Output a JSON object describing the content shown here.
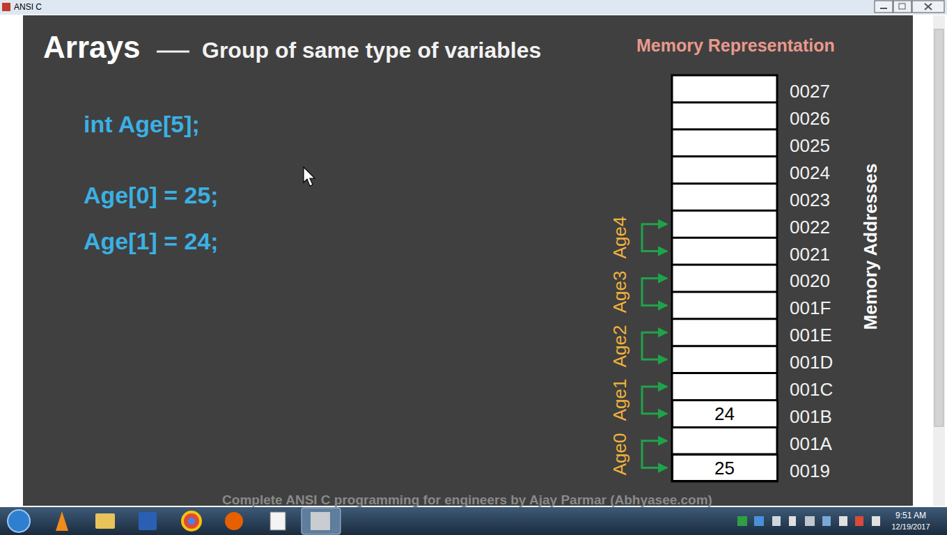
{
  "diagram": {
    "title": "Arrays",
    "nodes": [
      {
        "text": [
          "24"
        ]
      },
      {
        "text": [
          "25"
        ]
      }
    ],
    "labels": [
      "ANSI C",
      "Group of same type of variables",
      "int Age[5];",
      "Age[0] = 25;",
      "Age[1] = 24;",
      "Memory Representation",
      "0027",
      "0026",
      "0025",
      "0024",
      "0023",
      "0022",
      "0021",
      "0020",
      "001F",
      "001E",
      "001D",
      "001C",
      "001B",
      "001A",
      "0019",
      "Memory Addresses",
      "Age4",
      "Age3",
      "Age2",
      "Age1",
      "Age0",
      "Complete ANSI C programming for engineers by Ajay Parmar (Abhyasee.com)",
      "9:51 AM",
      "12/19/2017"
    ]
  }
}
